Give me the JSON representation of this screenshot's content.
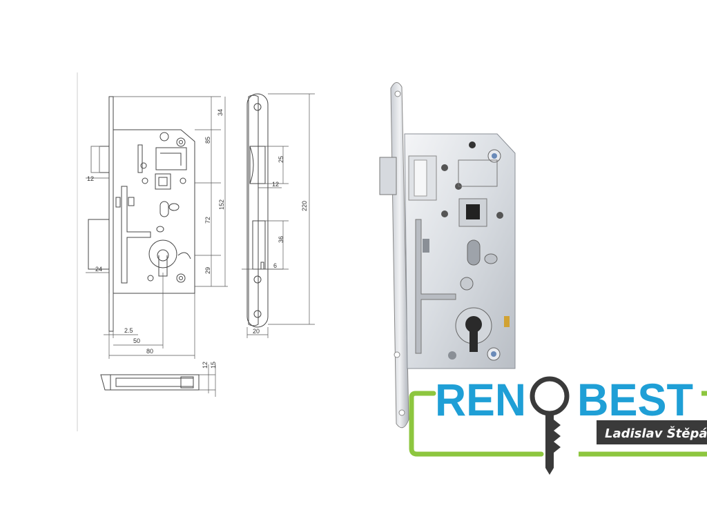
{
  "drawing": {
    "dimensions": {
      "d12_left": "12",
      "d24": "24",
      "d2_5": "2.5",
      "d50": "50",
      "d80": "80",
      "d34": "34",
      "d85": "85",
      "d72": "72",
      "d152": "152",
      "d29": "29",
      "d25": "25",
      "d12_side": "12",
      "d36": "36",
      "d6": "6",
      "d20": "20",
      "d220": "220",
      "d12_bottom": "12",
      "d15": "15"
    }
  },
  "logo": {
    "brand_left": "REN",
    "brand_right": "BEST",
    "tagline": "Ladislav Štěpán",
    "colors": {
      "brand_blue": "#1f9fd6",
      "frame_green": "#8dc63f",
      "key_dark": "#3a3a3a",
      "tag_bg": "#3a3a3a"
    }
  }
}
